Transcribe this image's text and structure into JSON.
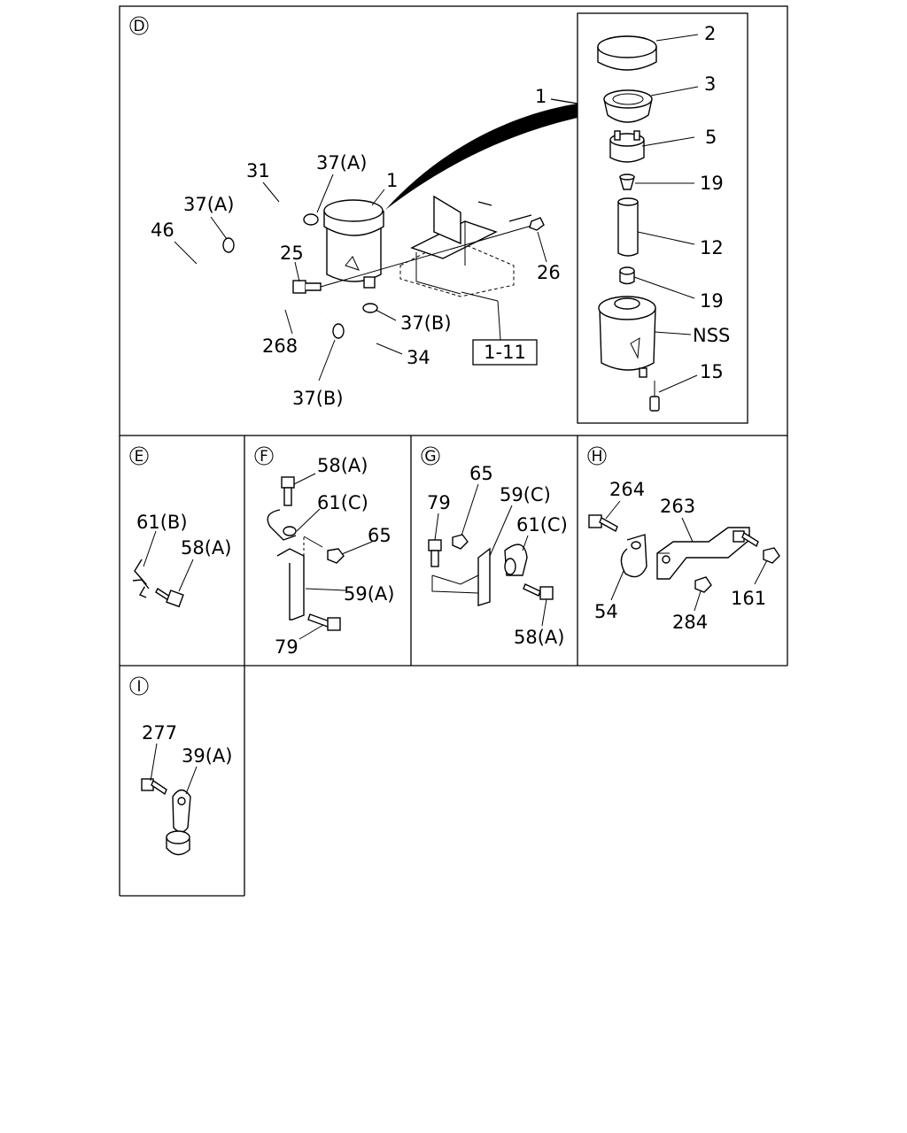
{
  "sections": {
    "D": "D",
    "E": "E",
    "F": "F",
    "G": "G",
    "H": "H",
    "I": "I"
  },
  "labels": {
    "d_1_top": "1",
    "d_1": "1",
    "d_2": "2",
    "d_3": "3",
    "d_5": "5",
    "d_19a": "19",
    "d_12": "12",
    "d_19b": "19",
    "d_nss": "NSS",
    "d_15": "15",
    "d_31": "31",
    "d_37a_1": "37(A)",
    "d_37a_2": "37(A)",
    "d_46": "46",
    "d_25": "25",
    "d_26": "26",
    "d_37b_1": "37(B)",
    "d_37b_2": "37(B)",
    "d_268": "268",
    "d_34": "34",
    "d_ref": "1-11",
    "e_61b": "61(B)",
    "e_58a": "58(A)",
    "f_58a": "58(A)",
    "f_61c": "61(C)",
    "f_65": "65",
    "f_59a": "59(A)",
    "f_79": "79",
    "g_65": "65",
    "g_59c": "59(C)",
    "g_79": "79",
    "g_61c": "61(C)",
    "g_58a": "58(A)",
    "h_264": "264",
    "h_263": "263",
    "h_54": "54",
    "h_284": "284",
    "h_161": "161",
    "i_277": "277",
    "i_39a": "39(A)"
  }
}
